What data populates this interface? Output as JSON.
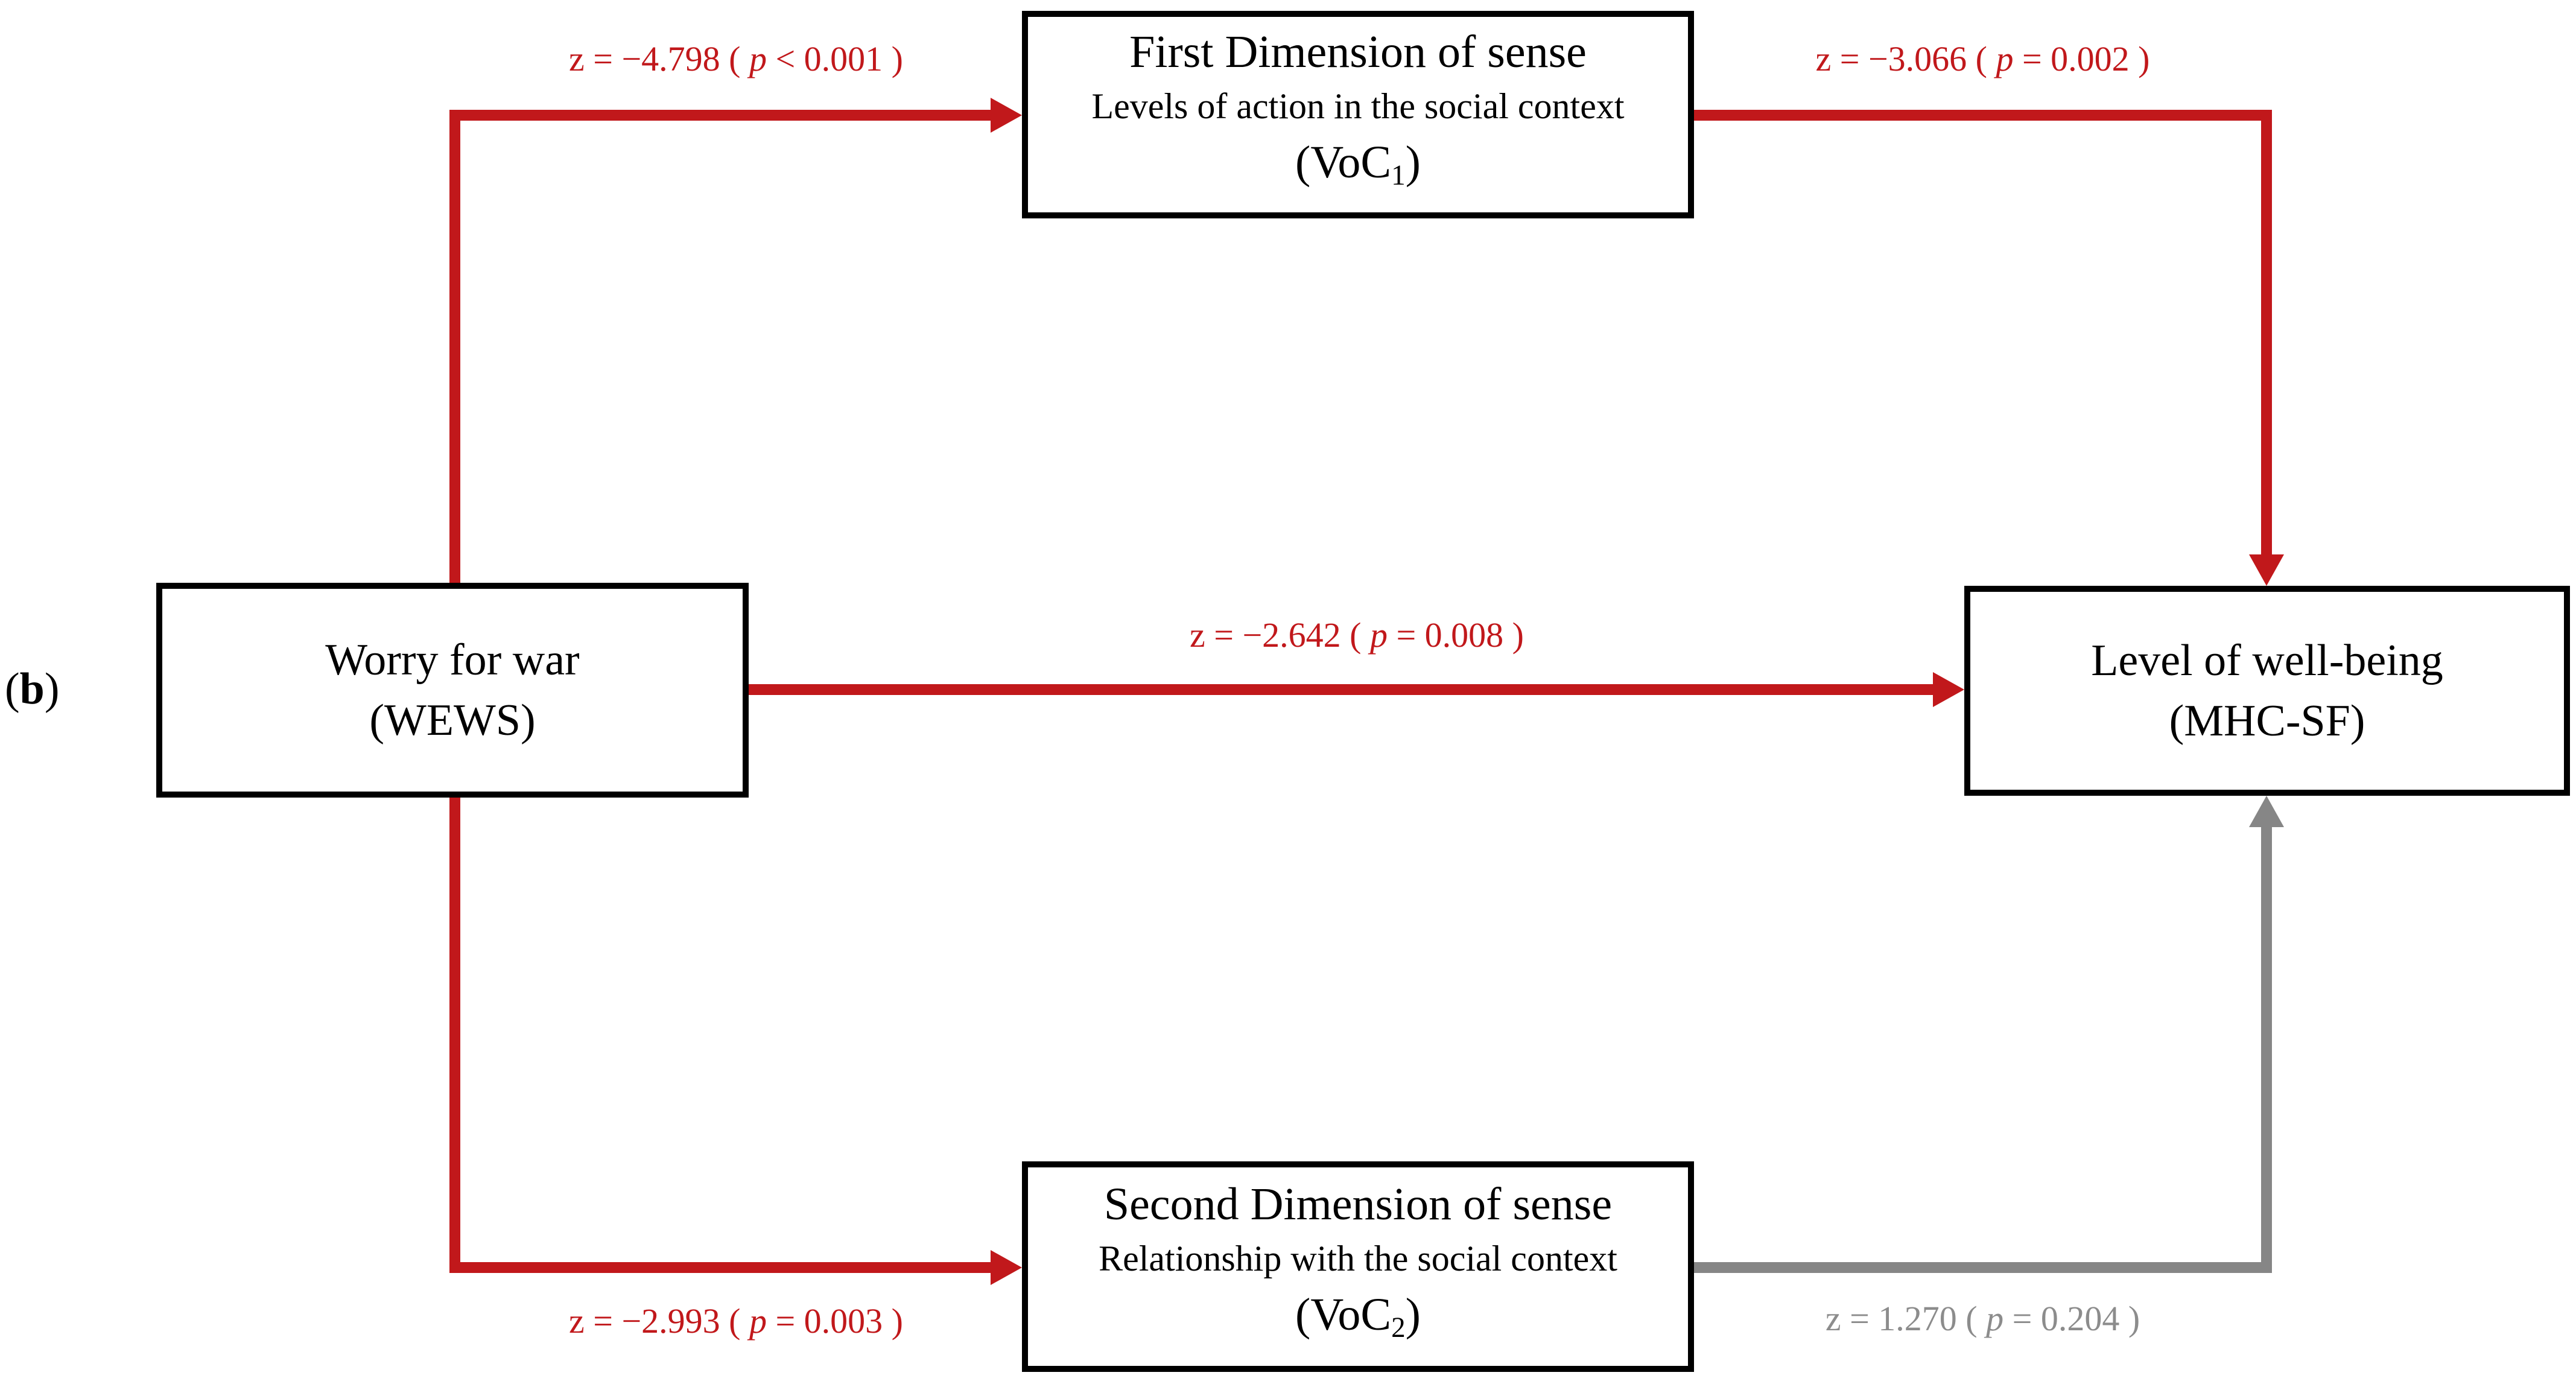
{
  "figure": {
    "panel_label": {
      "pre": "(",
      "letter": "b",
      "post": ")"
    },
    "colors": {
      "significant_path": "#C1181B",
      "nonsignificant_path": "#868686",
      "box_border": "#000000",
      "background": "#FFFFFF"
    },
    "boxes": {
      "wews": {
        "line1": "Worry for war",
        "line2": "(WEWS)"
      },
      "voc1": {
        "title": "First Dimension of sense",
        "subtitle": "Levels of action in the social context",
        "acronym_pre": "(VoC",
        "acronym_sub": "1",
        "acronym_post": ")"
      },
      "voc2": {
        "title": "Second Dimension of sense",
        "subtitle": "Relationship with the social context",
        "acronym_pre": "(VoC",
        "acronym_sub": "2",
        "acronym_post": ")"
      },
      "mhc": {
        "line1": "Level of well-being",
        "line2": "(MHC-SF)"
      }
    },
    "paths": {
      "wews_to_voc1": {
        "prefix": "z = −4.798 ( ",
        "pvar": "p",
        "suffix": " < 0.001 )"
      },
      "voc1_to_mhc": {
        "prefix": "z = −3.066 ( ",
        "pvar": "p",
        "suffix": " = 0.002 )"
      },
      "wews_to_mhc": {
        "prefix": "z = −2.642 ( ",
        "pvar": "p",
        "suffix": " = 0.008 )"
      },
      "wews_to_voc2": {
        "prefix": "z = −2.993 ( ",
        "pvar": "p",
        "suffix": " = 0.003 )"
      },
      "voc2_to_mhc": {
        "prefix": "z = 1.270 ( ",
        "pvar": "p",
        "suffix": " = 0.204 )"
      }
    }
  }
}
